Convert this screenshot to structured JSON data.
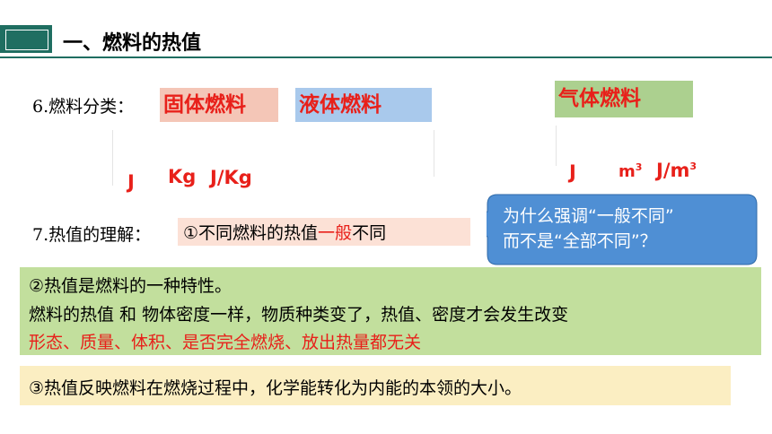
{
  "header": {
    "title": "一、燃料的热值"
  },
  "fuel_classification": {
    "label": "6.燃料分类：",
    "solid": "固体燃料",
    "liquid": "液体燃料",
    "gas": "气体燃料"
  },
  "units": {
    "solid_liquid": {
      "j": "J",
      "kg": "Kg",
      "j_per_kg": "J/Kg"
    },
    "gas": {
      "j": "J",
      "m": "m",
      "cubic": "3",
      "j_per_m": "J/m",
      "cubic2": "3"
    }
  },
  "understanding": {
    "label": "7.热值的理解：",
    "point1_prefix": "①不同燃料的热值",
    "point1_highlight": "一般",
    "point1_suffix": "不同"
  },
  "callout": {
    "line1": "为什么强调“一般不同”",
    "line2": "而不是“全部不同”？"
  },
  "property": {
    "line1": "②热值是燃料的一种特性。",
    "line2": "燃料的热值 和  物体密度一样，物质种类变了，热值、密度才会发生改变",
    "line3": "形态、质量、体积、是否完全燃烧、放出热量都无关"
  },
  "reflection": {
    "text": "③热值反映燃料在燃烧过程中，化学能转化为内能的本领的大小。"
  },
  "colors": {
    "header_green": "#1f6e61",
    "accent_red": "#e8201a",
    "callout_blue": "#4f8fd4"
  }
}
